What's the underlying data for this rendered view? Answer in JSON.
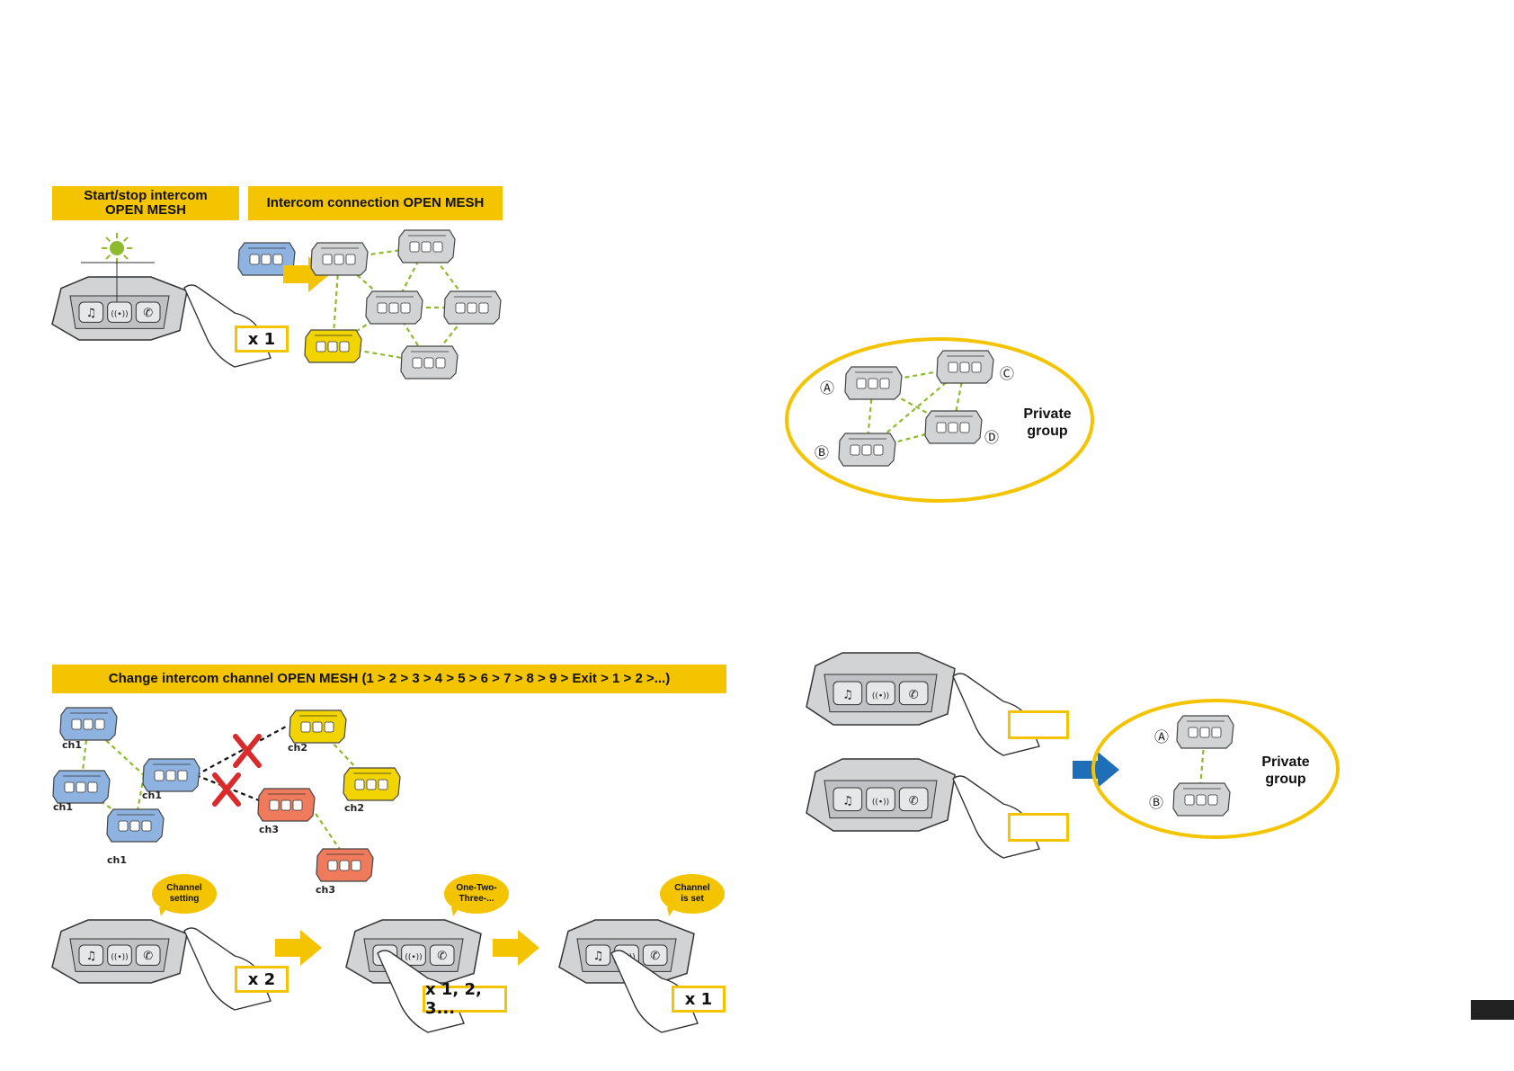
{
  "sections": {
    "start_stop": {
      "title_line1": "Start/stop intercom",
      "title_line2": "OPEN MESH",
      "press": "x 1"
    },
    "connection": {
      "title": "Intercom connection OPEN MESH"
    },
    "private_group_top": {
      "label_line1": "Private",
      "label_line2": "group",
      "markers": [
        "Ⓐ",
        "Ⓑ",
        "Ⓒ",
        "Ⓓ"
      ]
    },
    "change_channel": {
      "title": "Change intercom channel OPEN MESH (1 > 2 > 3 > 4 > 5 > 6 > 7 > 8 > 9 > Exit > 1 > 2 >...)",
      "channel_labels": [
        "ch1",
        "ch1",
        "ch1",
        "ch1",
        "ch2",
        "ch2",
        "ch3",
        "ch3"
      ],
      "bubbles": [
        "Channel setting",
        "One-Two-Three-...",
        "Channel is set"
      ],
      "presses": [
        "x 2",
        "x 1, 2, 3...",
        "x 1"
      ]
    },
    "private_group_bottom": {
      "label_line1": "Private",
      "label_line2": "group",
      "markers": [
        "Ⓐ",
        "Ⓑ"
      ]
    }
  },
  "colors": {
    "accent": "#f5c400",
    "blue_unit": "#8fb3e0",
    "yellow_unit": "#f2d500",
    "red_unit": "#ef7b5c",
    "grey_unit": "#d2d3d5",
    "link": "#8dbb2c",
    "arrow_blue": "#1f6fb8",
    "cross": "#d92b2b"
  },
  "icons": [
    "sun-led-icon",
    "hand-press-icon",
    "music-note-icon",
    "intercom-icon",
    "phone-icon",
    "arrow-right-icon",
    "cross-icon"
  ]
}
